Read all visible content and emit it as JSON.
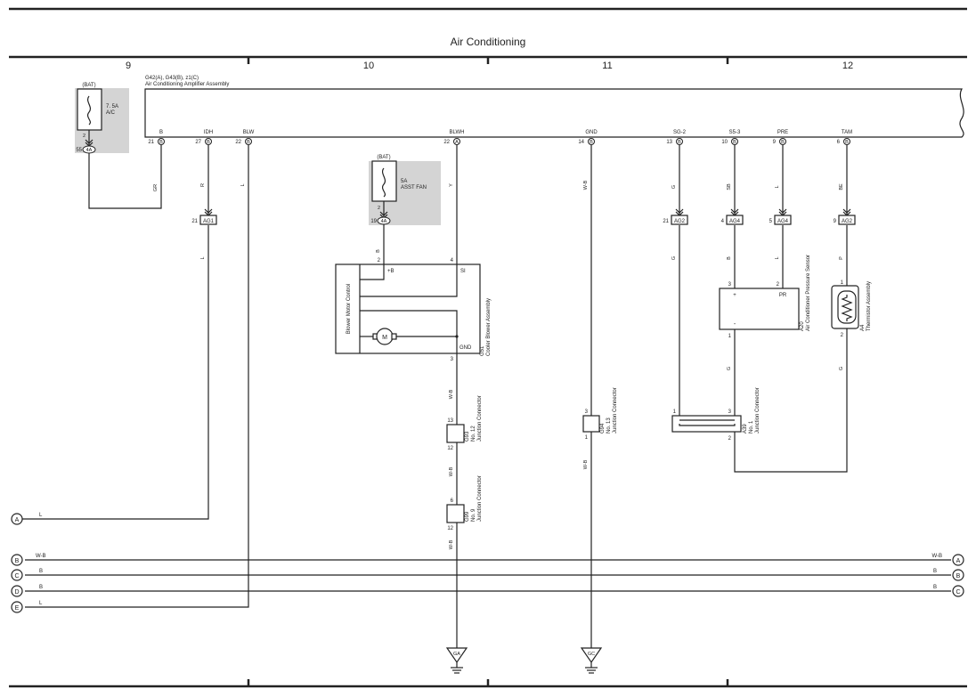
{
  "title": "Air Conditioning",
  "sections": [
    "9",
    "10",
    "11",
    "12"
  ],
  "amp": {
    "ids": "G42(A), G43(B), z1(C)",
    "name": "Air Conditioning Amplifier Assembly",
    "pins": [
      {
        "label": "B",
        "num": "21",
        "conn": "B"
      },
      {
        "label": "IDH",
        "num": "27",
        "conn": "B"
      },
      {
        "label": "BLW",
        "num": "22",
        "conn": "B"
      },
      {
        "label": "BLWH",
        "num": "22",
        "conn": "A"
      },
      {
        "label": "GND",
        "num": "14",
        "conn": "B"
      },
      {
        "label": "SG-2",
        "num": "13",
        "conn": "B"
      },
      {
        "label": "S5-3",
        "num": "10",
        "conn": "B"
      },
      {
        "label": "PRE",
        "num": "9",
        "conn": "B"
      },
      {
        "label": "TAM",
        "num": "6",
        "conn": "B"
      }
    ]
  },
  "fuse1": {
    "bat": "(BAT)",
    "rating": "7. 5A",
    "name": "A/C",
    "pin_top": "2",
    "pin_num": "55",
    "conn": "4A"
  },
  "fuse2": {
    "bat": "(BAT)",
    "rating": "5A",
    "name": "ASST FAN",
    "pin_top": "2",
    "pin_num": "19",
    "conn": "4A"
  },
  "wire_colors": {
    "b_pin": "GR",
    "idh": "R",
    "blw": "L",
    "blwh": "Y",
    "gnd": "W-B",
    "sg2": "G",
    "s53": "SB",
    "pre": "L",
    "tam": "BE"
  },
  "splices": [
    {
      "num": "21",
      "name": "AG1"
    },
    {
      "num": "21",
      "name": "AG2"
    },
    {
      "num": "4",
      "name": "AG4"
    },
    {
      "num": "5",
      "name": "AG4"
    },
    {
      "num": "9",
      "name": "AG2"
    }
  ],
  "lower_colors": {
    "ag1": "L",
    "fuse2": "B",
    "sg2": "G",
    "s53": "B",
    "pre": "L",
    "tam": "P"
  },
  "blower": {
    "id": "G51",
    "name": "Cooler Blower Assembly",
    "control": "Blower Motor Control",
    "pin_b": "2",
    "label_b": "+B",
    "pin_si": "4",
    "label_si": "SI",
    "label_gnd": "GND",
    "pin_gnd": "3",
    "motor": "M"
  },
  "pressure_sensor": {
    "id": "A20",
    "name": "Air Conditioner Pressure Sensor",
    "plus": "+",
    "minus": "-",
    "pr": "PR",
    "pin_plus": "3",
    "pin_pr": "2",
    "pin_minus": "1"
  },
  "thermistor": {
    "id": "A4",
    "name": "Thermistor Assembly",
    "pin_top": "1",
    "pin_bottom": "2"
  },
  "jc_g93": {
    "id": "G93",
    "no": "No. 12",
    "name": "Junction Connector",
    "pin_top": "13",
    "pin_bottom": "12",
    "color_above": "W-B",
    "color_below": "W-B"
  },
  "jc_g94": {
    "id": "G94",
    "no": "No. 13",
    "name": "Junction Connector",
    "pin_top": "3",
    "pin_bottom": "1",
    "color_below": "W-B"
  },
  "jc_g99": {
    "id": "G99",
    "no": "No. 9",
    "name": "Junction Connector",
    "pin_top": "6",
    "pin_bottom": "12",
    "color_below": "W-B"
  },
  "jc_a39": {
    "id": "A39",
    "no": "No. 1",
    "name": "Junction Connector",
    "pin_left": "1",
    "pin_right": "3",
    "pin_bottom": "2"
  },
  "sensor_bottom_colors": {
    "a20": "G",
    "a4": "G"
  },
  "grounds": [
    "GA",
    "GC"
  ],
  "left_refs": [
    {
      "letter": "A",
      "color": "L"
    },
    {
      "letter": "B",
      "color": "W-B"
    },
    {
      "letter": "C",
      "color": "B"
    },
    {
      "letter": "D",
      "color": "B"
    },
    {
      "letter": "E",
      "color": "L"
    }
  ],
  "right_refs": [
    {
      "letter": "A",
      "color": "W-B"
    },
    {
      "letter": "B",
      "color": "B"
    },
    {
      "letter": "C",
      "color": "B"
    }
  ]
}
